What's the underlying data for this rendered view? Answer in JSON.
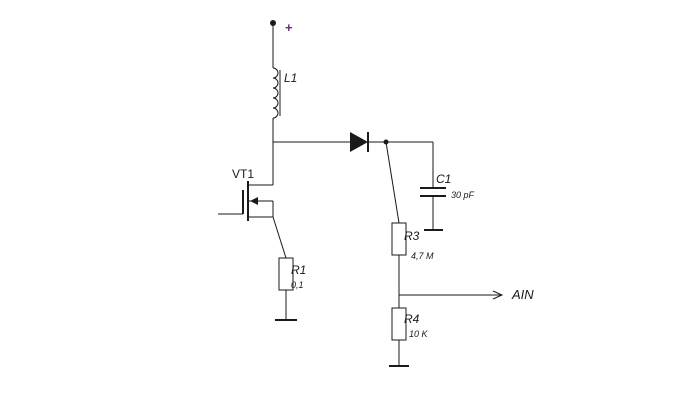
{
  "colors": {
    "line": "#1a1a1a",
    "plus": "#6a2a8a",
    "background": "#ffffff"
  },
  "supply": {
    "plus": "+"
  },
  "components": {
    "L1": {
      "label": "L1"
    },
    "VT1": {
      "label": "VT1"
    },
    "R1": {
      "label": "R1",
      "value": "0,1"
    },
    "C1": {
      "label": "C1",
      "value": "30 pF"
    },
    "R3": {
      "label": "R3",
      "value": "4,7 M"
    },
    "R4": {
      "label": "R4",
      "value": "10 K"
    }
  },
  "output": {
    "label": "AIN"
  }
}
